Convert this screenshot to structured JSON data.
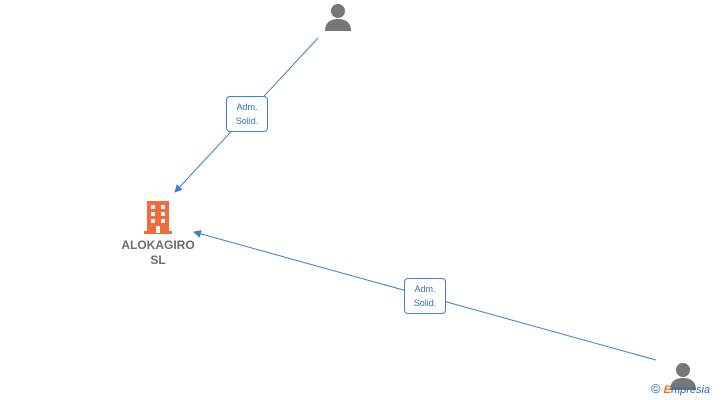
{
  "company": {
    "name_line1": "ALOKAGIRO",
    "name_line2": "SL",
    "icon": "building-icon",
    "icon_color": "#f26b3a"
  },
  "persons": [
    {
      "icon": "person-icon",
      "color": "#777777"
    },
    {
      "icon": "person-icon",
      "color": "#777777"
    }
  ],
  "relations": [
    {
      "line1": "Adm.",
      "line2": "Solid."
    },
    {
      "line1": "Adm.",
      "line2": "Solid."
    }
  ],
  "colors": {
    "edge": "#3d7fd4",
    "label_text": "#2f6fbf"
  },
  "watermark": {
    "copyright": "©",
    "brand_first": "E",
    "brand_rest": "mpresia"
  }
}
